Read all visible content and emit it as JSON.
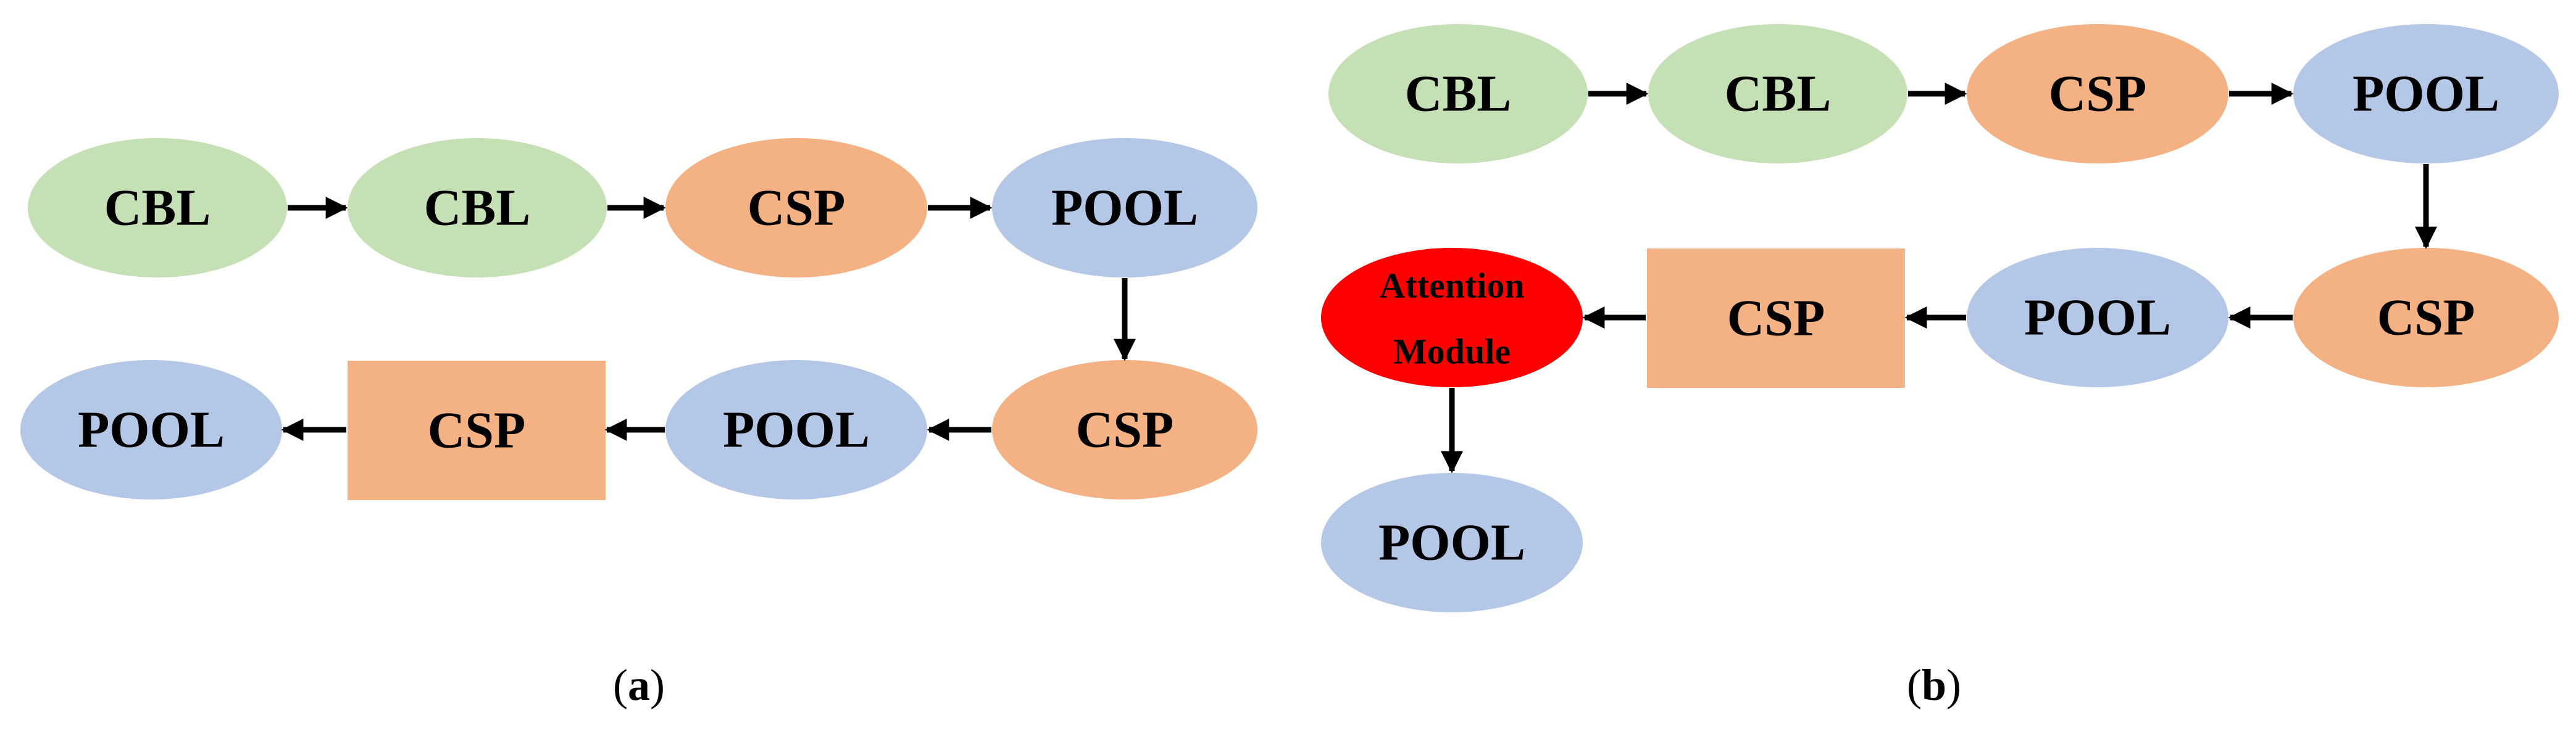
{
  "colors": {
    "cbl": "#c5e0b4",
    "csp": "#f4b183",
    "pool": "#b4c7e7",
    "attention": "#ff0000",
    "arrow": "#000000"
  },
  "panel_a": {
    "caption": {
      "open": "(",
      "letter": "a",
      "close": ")"
    },
    "nodes": {
      "cbl1": "CBL",
      "cbl2": "CBL",
      "csp1": "CSP",
      "pool1": "POOL",
      "csp2": "CSP",
      "pool2": "POOL",
      "csp3": "CSP",
      "pool3": "POOL"
    }
  },
  "panel_b": {
    "caption": {
      "open": "(",
      "letter": "b",
      "close": ")"
    },
    "nodes": {
      "cbl1": "CBL",
      "cbl2": "CBL",
      "csp1": "CSP",
      "pool1": "POOL",
      "csp2": "CSP",
      "pool2": "POOL",
      "csp3": "CSP",
      "attention_line1": "Attention",
      "attention_line2": "Module",
      "pool3": "POOL"
    }
  }
}
